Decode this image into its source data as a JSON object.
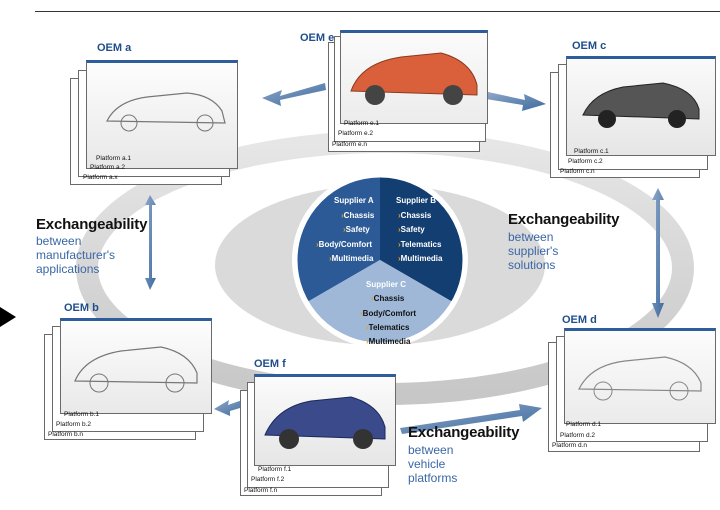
{
  "oems": [
    {
      "key": "a",
      "title": "OEM a",
      "platforms": [
        "Platform a.1",
        "Platform a.2",
        "Platform a.x"
      ]
    },
    {
      "key": "e",
      "title": "OEM e",
      "platforms": [
        "Platform e.1",
        "Platform e.2",
        "Platform e.n"
      ]
    },
    {
      "key": "c",
      "title": "OEM c",
      "platforms": [
        "Platform c.1",
        "Platform c.2",
        "Platform c.n"
      ]
    },
    {
      "key": "b",
      "title": "OEM b",
      "platforms": [
        "Platform b.1",
        "Platform b.2",
        "Platform b.n"
      ]
    },
    {
      "key": "d",
      "title": "OEM d",
      "platforms": [
        "Platform d.1",
        "Platform d.2",
        "Platform d.n"
      ]
    },
    {
      "key": "f",
      "title": "OEM f",
      "platforms": [
        "Platform f.1",
        "Platform f.2",
        "Platform f.n"
      ]
    }
  ],
  "exchange_left": {
    "heading": "Exchangeability",
    "sub": [
      "between",
      "manufacturer's",
      "applications"
    ]
  },
  "exchange_right": {
    "heading": "Exchangeability",
    "sub": [
      "between",
      "supplier's",
      "solutions"
    ]
  },
  "exchange_bottom": {
    "heading": "Exchangeability",
    "sub": [
      "between",
      "vehicle",
      "platforms"
    ]
  },
  "suppliers": {
    "a": {
      "title": "Supplier A",
      "items": [
        "Chassis",
        "Safety",
        "Body/Comfort",
        "Multimedia"
      ]
    },
    "b": {
      "title": "Supplier B",
      "items": [
        "Chassis",
        "Safety",
        "Telematics",
        "Multimedia"
      ]
    },
    "c": {
      "title": "Supplier C",
      "items": [
        "Chassis",
        "Body/Comfort",
        "Telematics",
        "Multimedia"
      ]
    }
  },
  "colors": {
    "title_blue": "#1f4e8c",
    "sub_blue": "#3a67a5",
    "pie_a": "#2b5a96",
    "pie_b": "#123e72",
    "pie_c": "#9fb8d8",
    "ring": "#c9c9c9",
    "ellipse": "#dcdcdc",
    "bullet": "#e8a020"
  }
}
